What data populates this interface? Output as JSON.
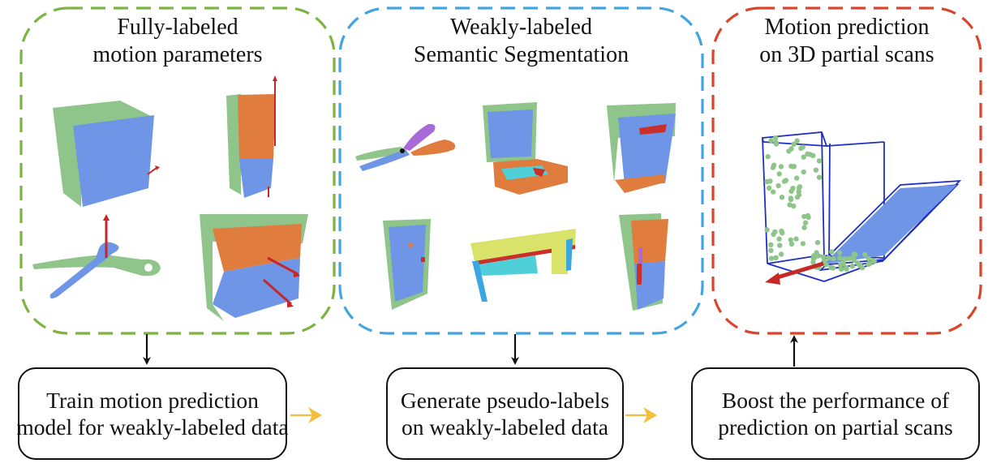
{
  "colors": {
    "panel_fully_labeled": "#7cb342",
    "panel_weakly_labeled": "#42a5e0",
    "panel_partial_scans": "#d9442b",
    "flow_arrow": "#f5bd3a",
    "vertical_arrow": "#111111",
    "point_green": "#8fc58a",
    "point_blue": "#6f95e6",
    "point_orange": "#e07c3e",
    "point_red": "#c9302c",
    "point_purple": "#a86ad8",
    "point_cyan": "#4fd0d8",
    "point_yellow": "#d9e36a",
    "bbox_blue": "#1f2fc4",
    "motion_axis": "#c62828"
  },
  "panels": [
    {
      "id": "fully-labeled",
      "title_line1": "Fully-labeled",
      "title_line2": "motion parameters",
      "objects": [
        "storage-box",
        "refrigerator",
        "scissors",
        "cabinet-drawers"
      ]
    },
    {
      "id": "weakly-labeled",
      "title_line1": "Weakly-labeled",
      "title_line2": "Semantic Segmentation",
      "objects": [
        "scissors",
        "laptop",
        "storage-cabinet",
        "door",
        "desk",
        "refrigerator"
      ]
    },
    {
      "id": "partial-scans",
      "title_line1": "Motion prediction",
      "title_line2": "on 3D partial scans",
      "objects": [
        "partial-scan-box-with-open-lid"
      ]
    }
  ],
  "steps": [
    {
      "id": "train",
      "line1": "Train motion prediction",
      "line2": "model for weakly-labeled data"
    },
    {
      "id": "generate",
      "line1": "Generate pseudo-labels",
      "line2": "on weakly-labeled data"
    },
    {
      "id": "boost",
      "line1": "Boost the performance of",
      "line2": "prediction on partial scans"
    }
  ],
  "arrows": [
    {
      "from": "fully-labeled",
      "to": "train",
      "direction": "down",
      "color": "black"
    },
    {
      "from": "weakly-labeled",
      "to": "generate",
      "direction": "down",
      "color": "black"
    },
    {
      "from": "boost",
      "to": "partial-scans",
      "direction": "up",
      "color": "black"
    },
    {
      "from": "train",
      "to": "generate",
      "direction": "right",
      "color": "yellow"
    },
    {
      "from": "generate",
      "to": "boost",
      "direction": "right",
      "color": "yellow"
    }
  ]
}
